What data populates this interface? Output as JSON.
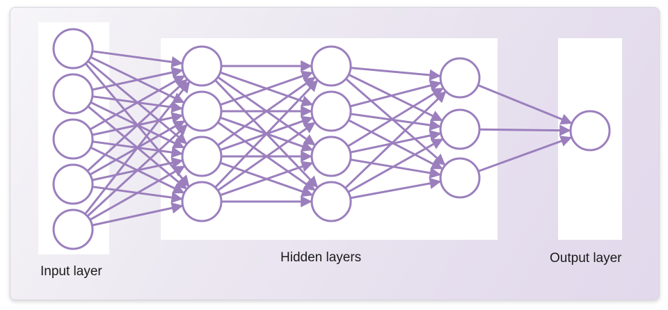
{
  "labels": {
    "input": "Input layer",
    "hidden": "Hidden layers",
    "output": "Output layer"
  },
  "network": {
    "layers": [
      5,
      4,
      4,
      3,
      1
    ],
    "fully_connected": true
  },
  "colors": {
    "node_stroke": "#9b7fbd",
    "edge": "#9b7fbd",
    "node_fill": "#ffffff",
    "panel_fill": "#ffffff"
  }
}
